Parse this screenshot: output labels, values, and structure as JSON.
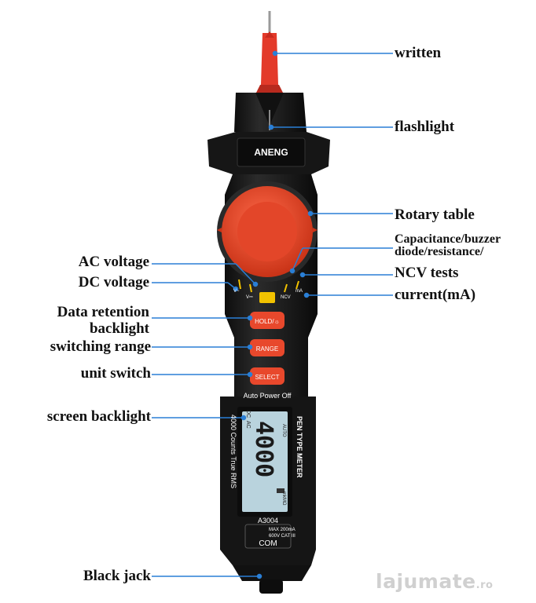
{
  "labels": {
    "written": "written",
    "flashlight": "flashlight",
    "rotary_table": "Rotary table",
    "capacitance_line1": "Capacitance/buzzer",
    "capacitance_line2": "diode/resistance/",
    "ncv_tests": "NCV tests",
    "current": "current(mA)",
    "ac_voltage": "AC voltage",
    "dc_voltage": "DC voltage",
    "data_retention_line1": "Data retention",
    "data_retention_line2": "backlight",
    "switching_range": "switching range",
    "unit_switch": "unit switch",
    "screen_backlight": "screen backlight",
    "black_jack": "Black jack"
  },
  "device": {
    "brand": "ANENG",
    "hold_button": "HOLD/☼",
    "range_button": "RANGE",
    "select_button": "SELECT",
    "auto_power_off": "Auto Power Off",
    "side_text_1": "PEN TYPE METER",
    "side_text_2": "4000 Counts True RMS",
    "display_digits": "4000",
    "display_ac": "AC",
    "display_dc": "DC",
    "display_auto": "AUTO",
    "display_units": "mkMΩ",
    "model": "A3004",
    "rating_1": "MAX 200mA",
    "rating_2": "600V CAT III",
    "com_label": "COM",
    "dial_mark_v_ac": "V~",
    "dial_mark_v_dc": "V⎓",
    "dial_mark_ncv": "NCV",
    "dial_mark_ma": "mA"
  },
  "watermark": {
    "text": "lajumate",
    "suffix": ".ro"
  },
  "colors": {
    "accent_red": "#e8482c",
    "body_black": "#1c1c1c",
    "callout_line": "#2a7fd6",
    "display_bg": "#b9d3dd",
    "dial_yellow": "#f2c200"
  }
}
